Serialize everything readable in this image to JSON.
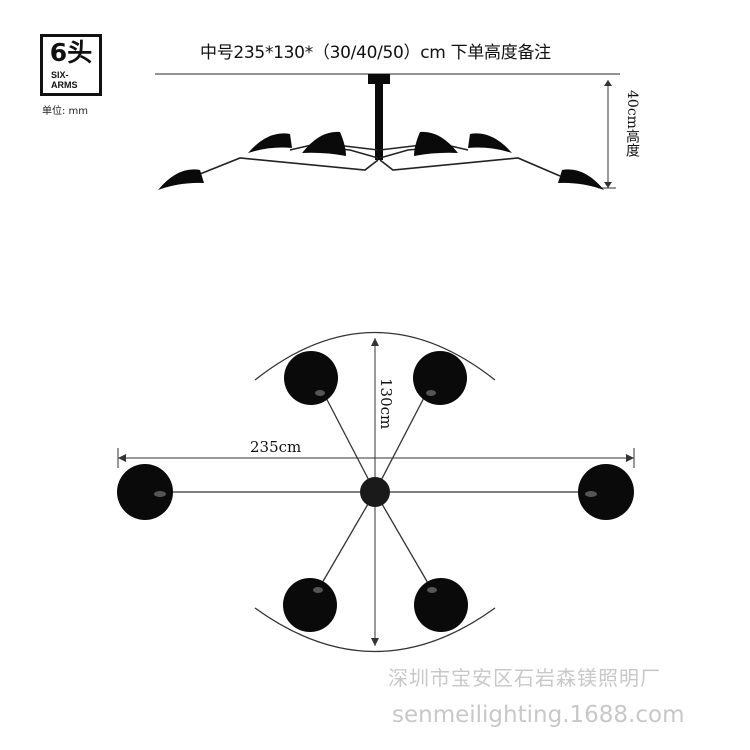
{
  "badge": {
    "title": "6头",
    "subtitle_line1": "SIX-",
    "subtitle_line2": "ARMS"
  },
  "unit_label": "单位: mm",
  "spec_text": "中号235*130*（30/40/50）cm 下单高度备注",
  "height_label": "40cm高度",
  "width_label": "235cm",
  "depth_label": "130cm",
  "watermark": {
    "line1": "深圳市宝安区石岩森镁照明厂",
    "line2": "senmeilighting.1688.com"
  },
  "colors": {
    "lamp": "#0a0a0a",
    "line": "#333333",
    "watermark": "#c8c8c8"
  },
  "icons": {
    "lamp_shade": "shade-icon",
    "hub": "hub-icon"
  }
}
